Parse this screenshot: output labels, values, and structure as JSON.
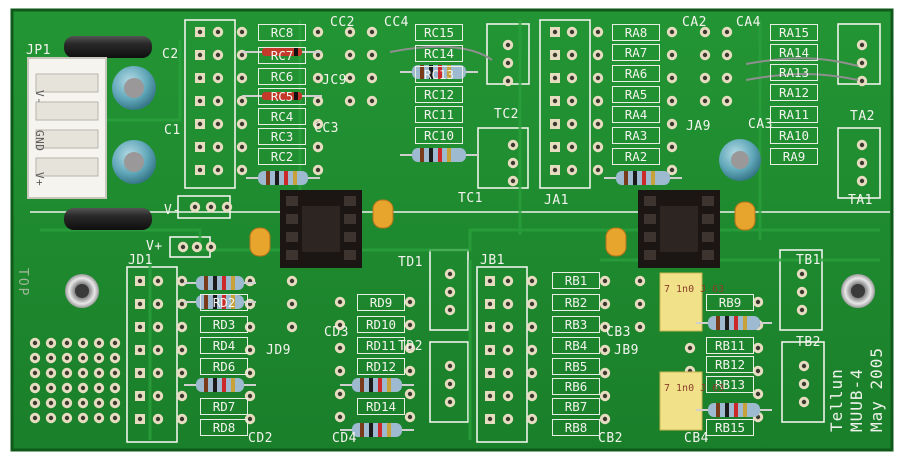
{
  "colors": {
    "board": "#1f8a2e",
    "board_dark": "#13601f",
    "silk": "#f4f4ee",
    "pad": "#e6dcc0",
    "socket": "#1b1614",
    "cap_blue": "#5fa6b8",
    "film_cap": "#f1e28a",
    "tantalum": "#e8a52e",
    "resistor": "#9dbad0",
    "diode": "#c43a2a"
  },
  "board": {
    "model_lines": [
      "Tellun",
      "MUUB-4",
      "May 2005"
    ],
    "ghost_text": "TOP"
  },
  "labels": {
    "rc": [
      {
        "t": "RC8"
      },
      {
        "t": "RC7"
      },
      {
        "t": "RC6"
      },
      {
        "t": "RC5"
      },
      {
        "t": "RC4"
      },
      {
        "t": "RC3"
      },
      {
        "t": "RC2"
      },
      {
        "t": "RC15"
      },
      {
        "t": "RC14"
      },
      {
        "t": "RC13"
      },
      {
        "t": "RC12"
      },
      {
        "t": "RC11"
      },
      {
        "t": "RC10"
      }
    ],
    "ra": [
      {
        "t": "RA8"
      },
      {
        "t": "RA7"
      },
      {
        "t": "RA6"
      },
      {
        "t": "RA5"
      },
      {
        "t": "RA4"
      },
      {
        "t": "RA3"
      },
      {
        "t": "RA2"
      },
      {
        "t": "RA15"
      },
      {
        "t": "RA14"
      },
      {
        "t": "RA13"
      },
      {
        "t": "RA12"
      },
      {
        "t": "RA11"
      },
      {
        "t": "RA10"
      },
      {
        "t": "RA9"
      }
    ],
    "rd": [
      {
        "t": "RD2"
      },
      {
        "t": "RD3"
      },
      {
        "t": "RD4"
      },
      {
        "t": "RD6"
      },
      {
        "t": "RD7"
      },
      {
        "t": "RD8"
      },
      {
        "t": "RD9"
      },
      {
        "t": "RD10"
      },
      {
        "t": "RD11"
      },
      {
        "t": "RD12"
      },
      {
        "t": "RD14"
      }
    ],
    "rb": [
      {
        "t": "RB1"
      },
      {
        "t": "RB2"
      },
      {
        "t": "RB3"
      },
      {
        "t": "RB4"
      },
      {
        "t": "RB5"
      },
      {
        "t": "RB6"
      },
      {
        "t": "RB7"
      },
      {
        "t": "RB8"
      },
      {
        "t": "RB9"
      },
      {
        "t": "RB11"
      },
      {
        "t": "RB12"
      },
      {
        "t": "RB13"
      },
      {
        "t": "RB15"
      }
    ],
    "misc": [
      {
        "t": "JP1"
      },
      {
        "t": "C2"
      },
      {
        "t": "C1"
      },
      {
        "t": "CC2"
      },
      {
        "t": "CC4"
      },
      {
        "t": "CA2"
      },
      {
        "t": "CA4"
      },
      {
        "t": "TC2"
      },
      {
        "t": "TC1"
      },
      {
        "t": "TA2"
      },
      {
        "t": "TA1"
      },
      {
        "t": "JA1"
      },
      {
        "t": "JA9"
      },
      {
        "t": "CA3"
      },
      {
        "t": "CC3"
      },
      {
        "t": "V-"
      },
      {
        "t": "V+"
      },
      {
        "t": "JD1"
      },
      {
        "t": "TD1"
      },
      {
        "t": "TD2"
      },
      {
        "t": "JB1"
      },
      {
        "t": "TB1"
      },
      {
        "t": "TB2"
      },
      {
        "t": "CD2"
      },
      {
        "t": "CD4"
      },
      {
        "t": "CB2"
      },
      {
        "t": "CB4"
      },
      {
        "t": "JD9"
      },
      {
        "t": "JB9"
      },
      {
        "t": "CD3"
      },
      {
        "t": "CB3"
      },
      {
        "t": "JC9"
      }
    ],
    "connector": [
      "V-",
      "GND",
      "V+"
    ],
    "film_cap_text": [
      "7 1n0 J 63",
      "7 1n0 J 63"
    ]
  }
}
